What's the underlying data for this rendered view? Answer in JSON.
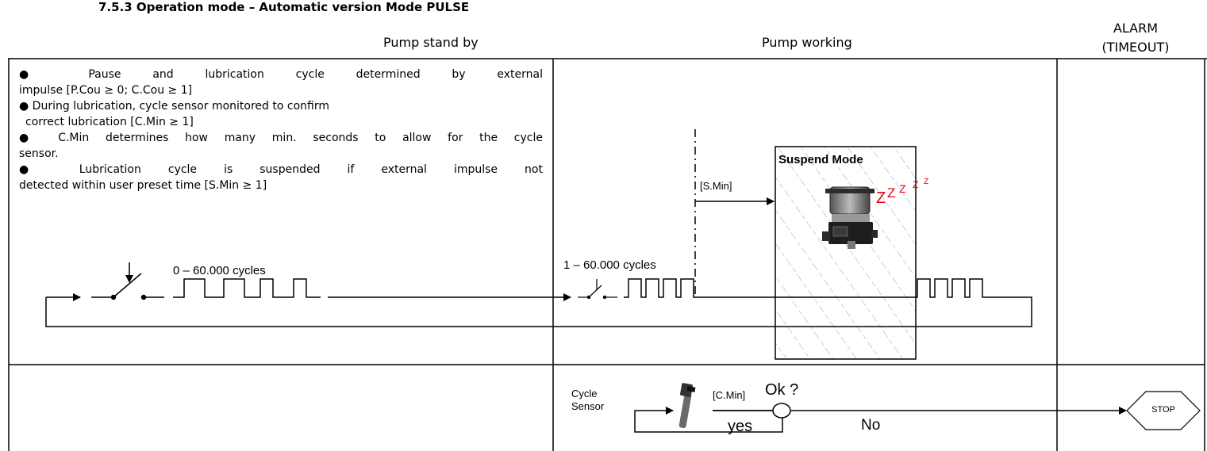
{
  "title": "7.5.3 Operation mode – Automatic version Mode PULSE",
  "headers": {
    "standby": "Pump stand by",
    "working": "Pump working",
    "alarm_line1": "ALARM",
    "alarm_line2": "(TIMEOUT)"
  },
  "notes": {
    "n1_line1": "● Pause and lubrication cycle determined by external",
    "n1_line2": "impulse [P.Cou ≥ 0; C.Cou ≥ 1]",
    "n2_line1": "● During lubrication, cycle sensor monitored to confirm",
    "n2_line2": "correct lubrication [C.Min ≥ 1]",
    "n3_line1": "● C.Min determines how many min. seconds to allow for the cycle",
    "n3_line2": "sensor.",
    "n4_line1": "● Lubrication cycle is suspended if external impulse not",
    "n4_line2": "detected within user preset time [S.Min ≥ 1]"
  },
  "labels": {
    "cycles_standby": "0 – 60.000 cycles",
    "cycles_working": "1 – 60.000 cycles",
    "s_min": "[S.Min]",
    "suspend_mode": "Suspend Mode",
    "zzz": "ZZZZZ",
    "cycle_sensor_line1": "Cycle",
    "cycle_sensor_line2": "Sensor",
    "c_min": "[C.Min]",
    "ok": "Ok ?",
    "yes": "yes",
    "no": "No",
    "stop": "STOP"
  },
  "colors": {
    "hatch": "#8fb4e3",
    "zzz": "#e8000f"
  },
  "icons": {
    "switch": "switch-open-icon",
    "pulse": "pulse-train-icon",
    "pump": "lubrication-pump-image",
    "sensor": "cycle-sensor-icon",
    "decision": "decision-circle-icon",
    "stop": "stop-hexagon-icon"
  }
}
